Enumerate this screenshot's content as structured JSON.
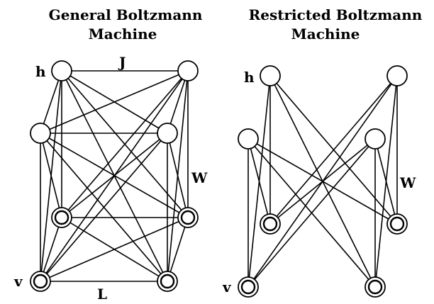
{
  "left_panel": {
    "title_line1": "General Boltzmann",
    "title_line2": "Machine",
    "label_h": "h",
    "label_v": "v",
    "label_J": "J",
    "label_W": "W",
    "label_L": "L"
  },
  "right_panel": {
    "title_line1": "Restricted Boltzmann",
    "title_line2": "Machine",
    "label_h": "h",
    "label_v": "v",
    "label_W": "W"
  }
}
